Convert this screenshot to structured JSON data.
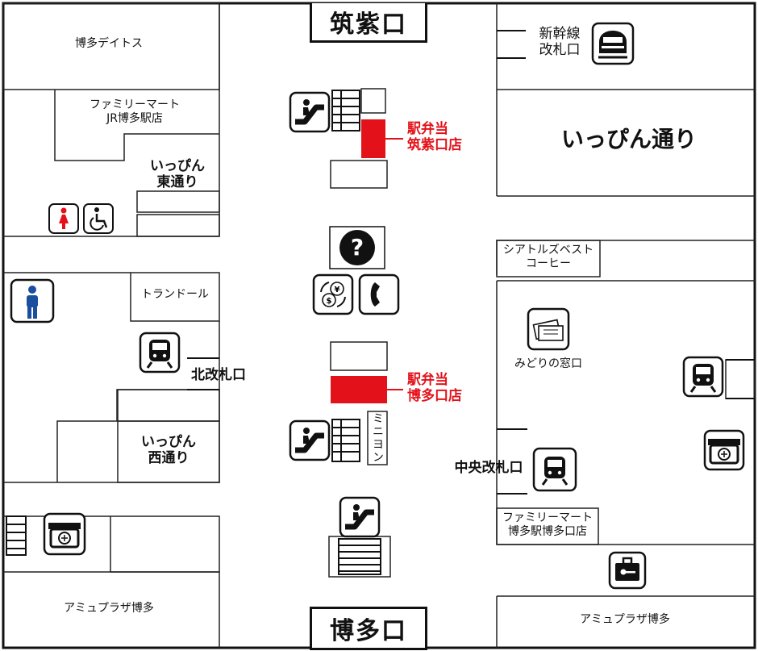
{
  "exits": {
    "north": "筑紫口",
    "south": "博多口"
  },
  "areas": {
    "hakata_deitos": "博多デイトス",
    "familymart_jr": [
      "ファミリーマート",
      "JR博多駅店"
    ],
    "ippin_higashi": [
      "いっぴん",
      "東通り"
    ],
    "ippin_dori": "いっぴん通り",
    "tornado": "トランドール",
    "ippin_nishi": [
      "いっぴん",
      "西通り"
    ],
    "amu_west": "アミュプラザ博多",
    "amu_east": "アミュプラザ博多",
    "seattle": [
      "シアトルズベスト",
      "コーヒー"
    ],
    "familymart_hakataguchi": [
      "ファミリーマート",
      "博多駅博多口店"
    ],
    "minion": "ミニヨン"
  },
  "gates": {
    "shinkansen": [
      "新幹線",
      "改札口"
    ],
    "north": "北改札口",
    "central": "中央改札口"
  },
  "shops": {
    "ekiben_chikushi": [
      "駅弁当",
      "筑紫口店"
    ],
    "ekiben_hakata": [
      "駅弁当",
      "博多口店"
    ]
  },
  "facilities": {
    "midori": "みどりの窓口"
  },
  "icons": [
    "escalator-icon",
    "information-icon",
    "currency-exchange-icon",
    "telephone-icon",
    "train-icon",
    "shinkansen-icon",
    "ticket-icon",
    "ticket-machine-icon",
    "restroom-female-icon",
    "wheelchair-icon",
    "restroom-male-icon",
    "locker-icon"
  ],
  "colors": {
    "accent": "#e3121a",
    "restroom_male": "#1a4fa0",
    "line": "#111111"
  }
}
